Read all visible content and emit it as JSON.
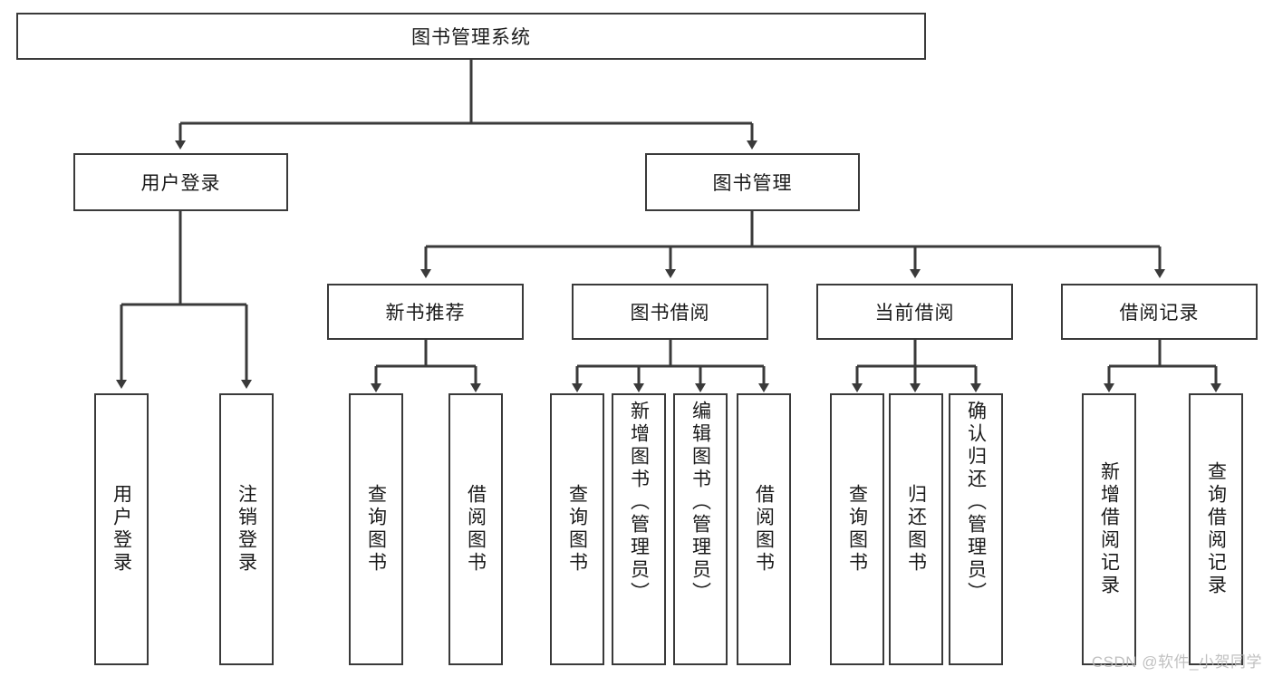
{
  "diagram": {
    "title": "图书管理系统",
    "watermark": "CSDN @软件_小贺同学",
    "root": {
      "label": "图书管理系统"
    },
    "level2": [
      {
        "label": "用户登录"
      },
      {
        "label": "图书管理"
      }
    ],
    "level3": [
      {
        "label": "新书推荐"
      },
      {
        "label": "图书借阅"
      },
      {
        "label": "当前借阅"
      },
      {
        "label": "借阅记录"
      }
    ],
    "leaves": {
      "user_login": [
        {
          "label": "用户登录"
        },
        {
          "label": "注销登录"
        }
      ],
      "new_book_recommend": [
        {
          "label": "查询图书"
        },
        {
          "label": "借阅图书"
        }
      ],
      "book_borrow": [
        {
          "label": "查询图书"
        },
        {
          "label": "新增图书（管理员）"
        },
        {
          "label": "编辑图书（管理员）"
        },
        {
          "label": "借阅图书"
        }
      ],
      "current_borrow": [
        {
          "label": "查询图书"
        },
        {
          "label": "归还图书"
        },
        {
          "label": "确认归还（管理员）"
        }
      ],
      "borrow_record": [
        {
          "label": "新增借阅记录"
        },
        {
          "label": "查询借阅记录"
        }
      ]
    },
    "colors": {
      "stroke": "#3a3a3a",
      "fill": "#ffffff",
      "text": "#1a1a1a",
      "watermark": "#b6b6b6"
    }
  }
}
